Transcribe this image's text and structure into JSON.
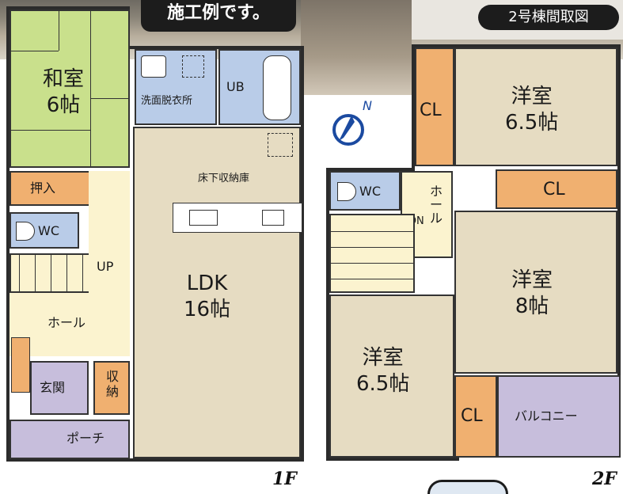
{
  "banner": {
    "text": "施工例です。"
  },
  "header": {
    "title": "2号棟間取図"
  },
  "floor1": {
    "label": "1F",
    "washitsu": {
      "name": "和室",
      "size": "6帖"
    },
    "senmen": {
      "name": "洗面脱衣所"
    },
    "ub": {
      "name": "UB"
    },
    "yukashita": {
      "name": "床下収納庫"
    },
    "oshiire": {
      "name": "押入"
    },
    "wc": {
      "name": "WC"
    },
    "up": {
      "name": "UP"
    },
    "hall": {
      "name": "ホール"
    },
    "ldk": {
      "name": "LDK",
      "size": "16帖"
    },
    "genkan": {
      "name": "玄関"
    },
    "shuno": {
      "name": "収納"
    },
    "porch": {
      "name": "ポーチ"
    }
  },
  "floor2": {
    "label": "2F",
    "cl_top": {
      "name": "CL"
    },
    "yoshitsu_top": {
      "name": "洋室",
      "size": "6.5帖"
    },
    "wc": {
      "name": "WC"
    },
    "hall": {
      "name": "ホール"
    },
    "dn": {
      "name": "DN"
    },
    "cl_mid": {
      "name": "CL"
    },
    "yoshitsu_8": {
      "name": "洋室",
      "size": "8帖"
    },
    "yoshitsu_bottom": {
      "name": "洋室",
      "size": "6.5帖"
    },
    "cl_bottom": {
      "name": "CL"
    },
    "balcony": {
      "name": "バルコニー"
    }
  },
  "compass": {
    "label": "N"
  },
  "colors": {
    "tatami": "#c9e08c",
    "beige": "#e6dcc2",
    "blue": "#b9cce8",
    "orange": "#f0b070",
    "purple": "#c7bedc",
    "cream": "#fbf3cf",
    "wall": "#2b2b2b"
  }
}
